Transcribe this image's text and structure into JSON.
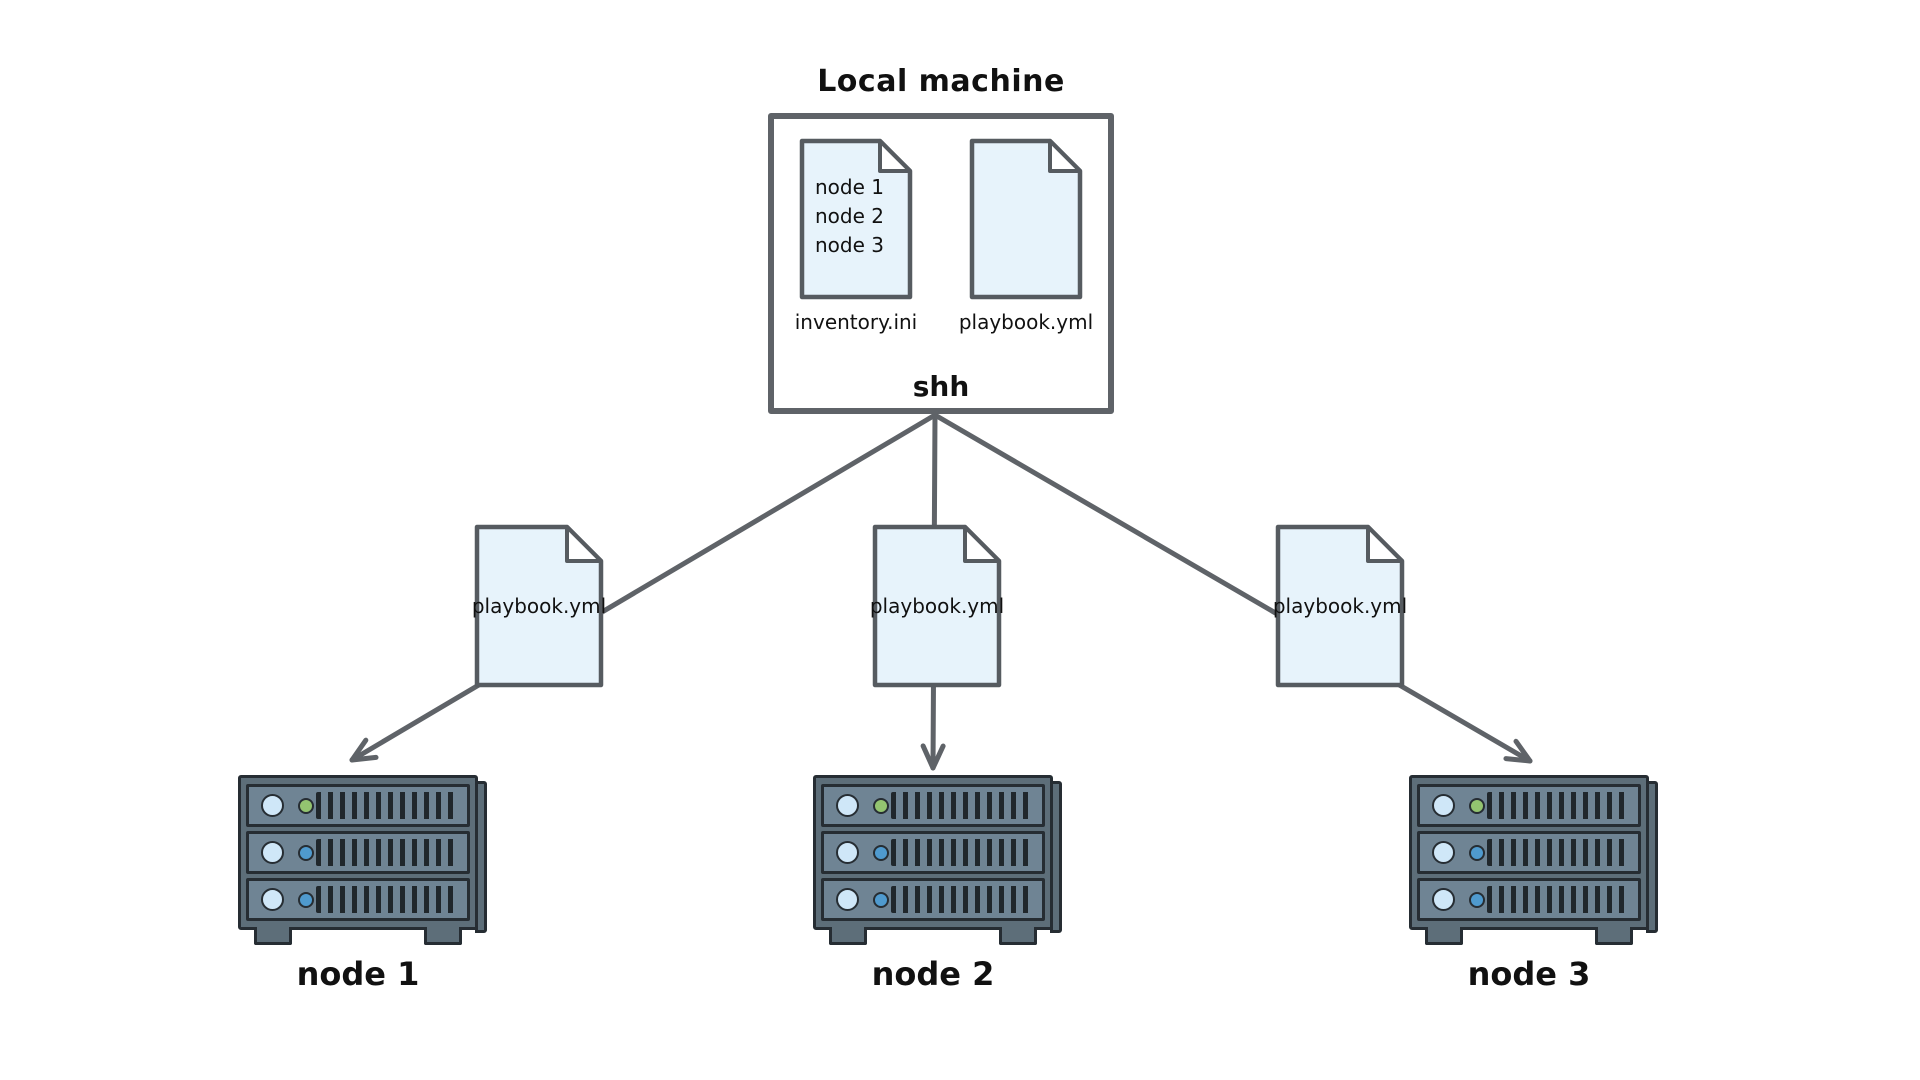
{
  "title": "Local machine",
  "local_machine": {
    "connection_label": "shh",
    "files": [
      {
        "name": "inventory.ini",
        "contents": [
          "node 1",
          "node 2",
          "node 3"
        ]
      },
      {
        "name": "playbook.yml",
        "contents": []
      }
    ]
  },
  "transfers": [
    {
      "file": "playbook.yml",
      "target": "node 1"
    },
    {
      "file": "playbook.yml",
      "target": "node 2"
    },
    {
      "file": "playbook.yml",
      "target": "node 3"
    }
  ],
  "nodes": [
    {
      "label": "node 1",
      "leds": [
        "light-blue",
        "green",
        "light-blue",
        "blue",
        "light-blue",
        "blue"
      ]
    },
    {
      "label": "node 2",
      "leds": [
        "light-blue",
        "green",
        "light-blue",
        "blue",
        "light-blue",
        "blue"
      ]
    },
    {
      "label": "node 3",
      "leds": [
        "light-blue",
        "green",
        "light-blue",
        "blue",
        "light-blue",
        "blue"
      ]
    }
  ],
  "colors": {
    "outline": "#5f6368",
    "document_fill": "#e7f3fb",
    "document_border": "#565b60",
    "rack_frame": "#5d6e79",
    "rack_unit": "#6f8494",
    "rack_outline": "#262d33",
    "led_power": "#cfe7f8",
    "led_green": "#93c470",
    "led_blue": "#4f9ace",
    "vent": "#20272c",
    "text": "#111111",
    "background": "#ffffff"
  }
}
